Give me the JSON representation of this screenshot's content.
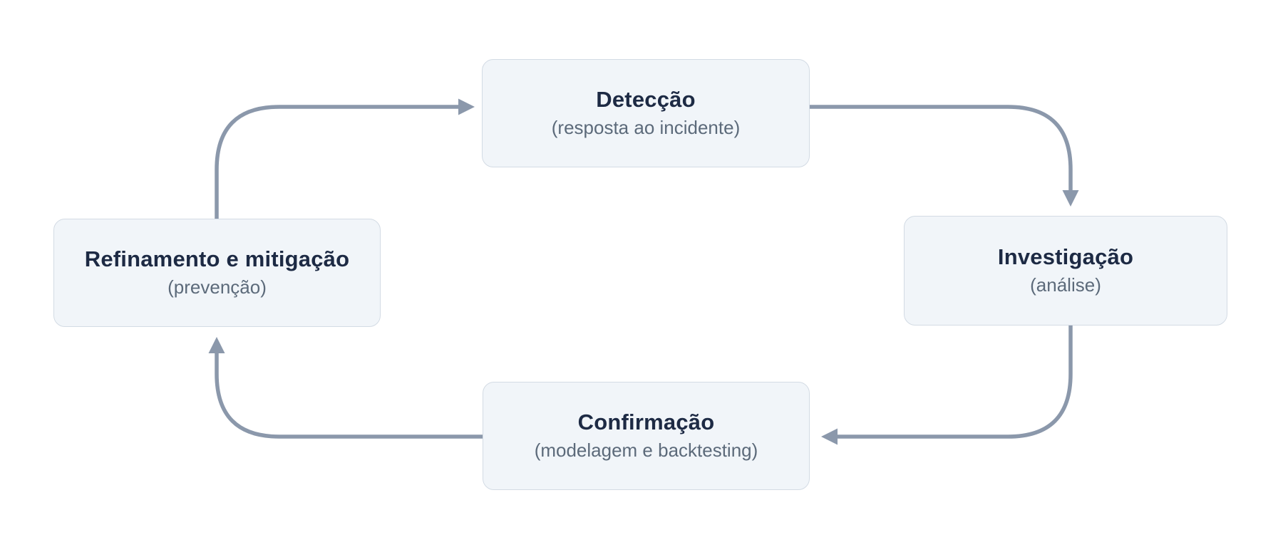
{
  "diagram": {
    "kind": "cycle",
    "language": "pt-BR",
    "nodes": [
      {
        "id": "deteccao",
        "title": "Detecção",
        "subtitle": "(resposta ao incidente)"
      },
      {
        "id": "investigacao",
        "title": "Investigação",
        "subtitle": "(análise)"
      },
      {
        "id": "confirmacao",
        "title": "Confirmação",
        "subtitle": "(modelagem e backtesting)"
      },
      {
        "id": "refinamento",
        "title": "Refinamento e mitigação",
        "subtitle": "(prevenção)"
      }
    ],
    "edges": [
      {
        "from": "refinamento",
        "to": "deteccao"
      },
      {
        "from": "deteccao",
        "to": "investigacao"
      },
      {
        "from": "investigacao",
        "to": "confirmacao"
      },
      {
        "from": "confirmacao",
        "to": "refinamento"
      }
    ],
    "colors": {
      "background": "#ffffff",
      "node_fill": "#f1f5f9",
      "node_border": "#d3dbe4",
      "title_color": "#1d2a44",
      "subtitle_color": "#5c6a7a",
      "arrow_color": "#8b98ab"
    }
  }
}
